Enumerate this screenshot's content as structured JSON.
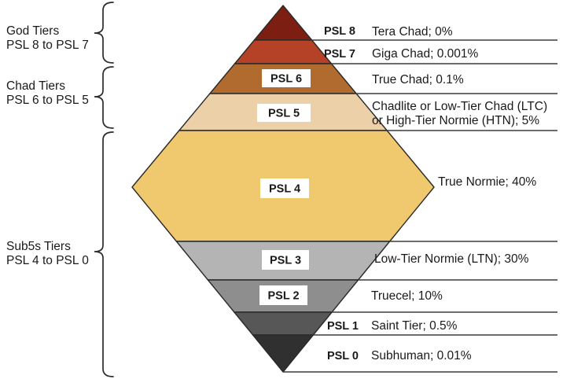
{
  "diagram_title": "PSL tier distribution diamond",
  "colors": {
    "background": "#ffffff",
    "line": "#3c3c3c",
    "text": "#1a1a1a",
    "label_box": "#ffffff"
  },
  "left_groups": [
    {
      "id": "god-tiers",
      "line1": "God Tiers",
      "line2": "PSL 8 to PSL 7"
    },
    {
      "id": "chad-tiers",
      "line1": "Chad Tiers",
      "line2": "PSL 6 to PSL 5"
    },
    {
      "id": "sub5s-tiers",
      "line1": "Sub5s Tiers",
      "line2": "PSL 4 to PSL 0"
    }
  ],
  "tiers": [
    {
      "id": "psl8",
      "label": "PSL 8",
      "color": "#7c1f12",
      "desc": "Tera Chad; 0%"
    },
    {
      "id": "psl7",
      "label": "PSL 7",
      "color": "#b54226",
      "desc": "Giga Chad; 0.001%"
    },
    {
      "id": "psl6",
      "label": "PSL 6",
      "color": "#b26b2f",
      "desc": "True Chad; 0.1%"
    },
    {
      "id": "psl5",
      "label": "PSL 5",
      "color": "#ecd0a8",
      "desc": "Chadlite or Low-Tier Chad (LTC)",
      "desc2": "or High-Tier Normie (HTN); 5%"
    },
    {
      "id": "psl4",
      "label": "PSL 4",
      "color": "#f0c96e",
      "desc": "True Normie; 40%"
    },
    {
      "id": "psl3",
      "label": "PSL 3",
      "color": "#b4b4b4",
      "desc": "Low-Tier Normie (LTN); 30%"
    },
    {
      "id": "psl2",
      "label": "PSL 2",
      "color": "#8e8e8e",
      "desc": "Truecel; 10%"
    },
    {
      "id": "psl1",
      "label": "PSL 1",
      "color": "#575757",
      "desc": "Saint Tier; 0.5%"
    },
    {
      "id": "psl0",
      "label": "PSL 0",
      "color": "#303030",
      "desc": "Subhuman; 0.01%"
    }
  ]
}
